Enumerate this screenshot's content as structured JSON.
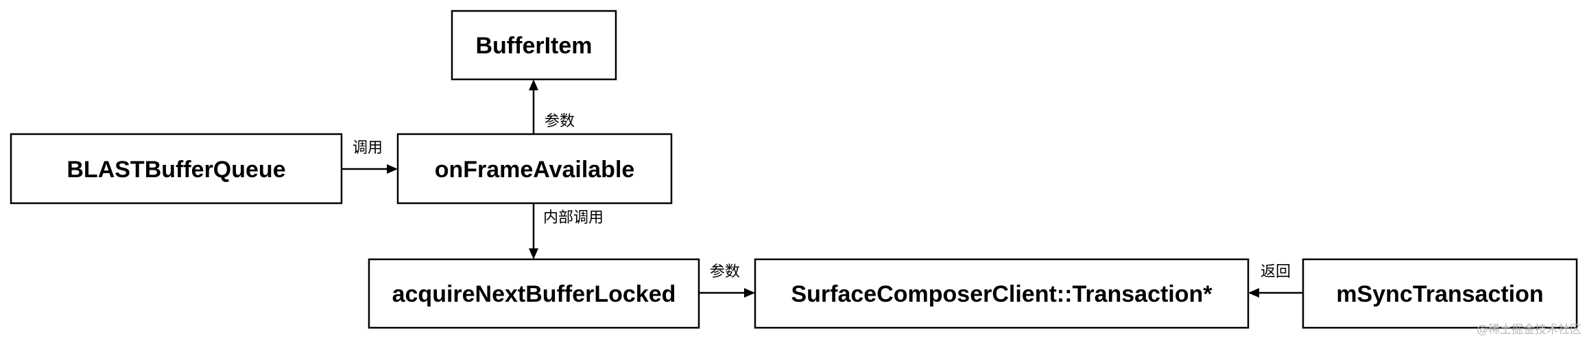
{
  "nodes": {
    "buffer_item": "BufferItem",
    "blast_buffer_queue": "BLASTBufferQueue",
    "on_frame_available": "onFrameAvailable",
    "acquire_next_buffer_locked": "acquireNextBufferLocked",
    "transaction": "SurfaceComposerClient::Transaction*",
    "m_sync_transaction": "mSyncTransaction"
  },
  "edges": {
    "call": "调用",
    "param_up": "参数",
    "internal_call": "内部调用",
    "param_right": "参数",
    "return": "返回"
  },
  "watermark": "@稀土掘金技术社区"
}
